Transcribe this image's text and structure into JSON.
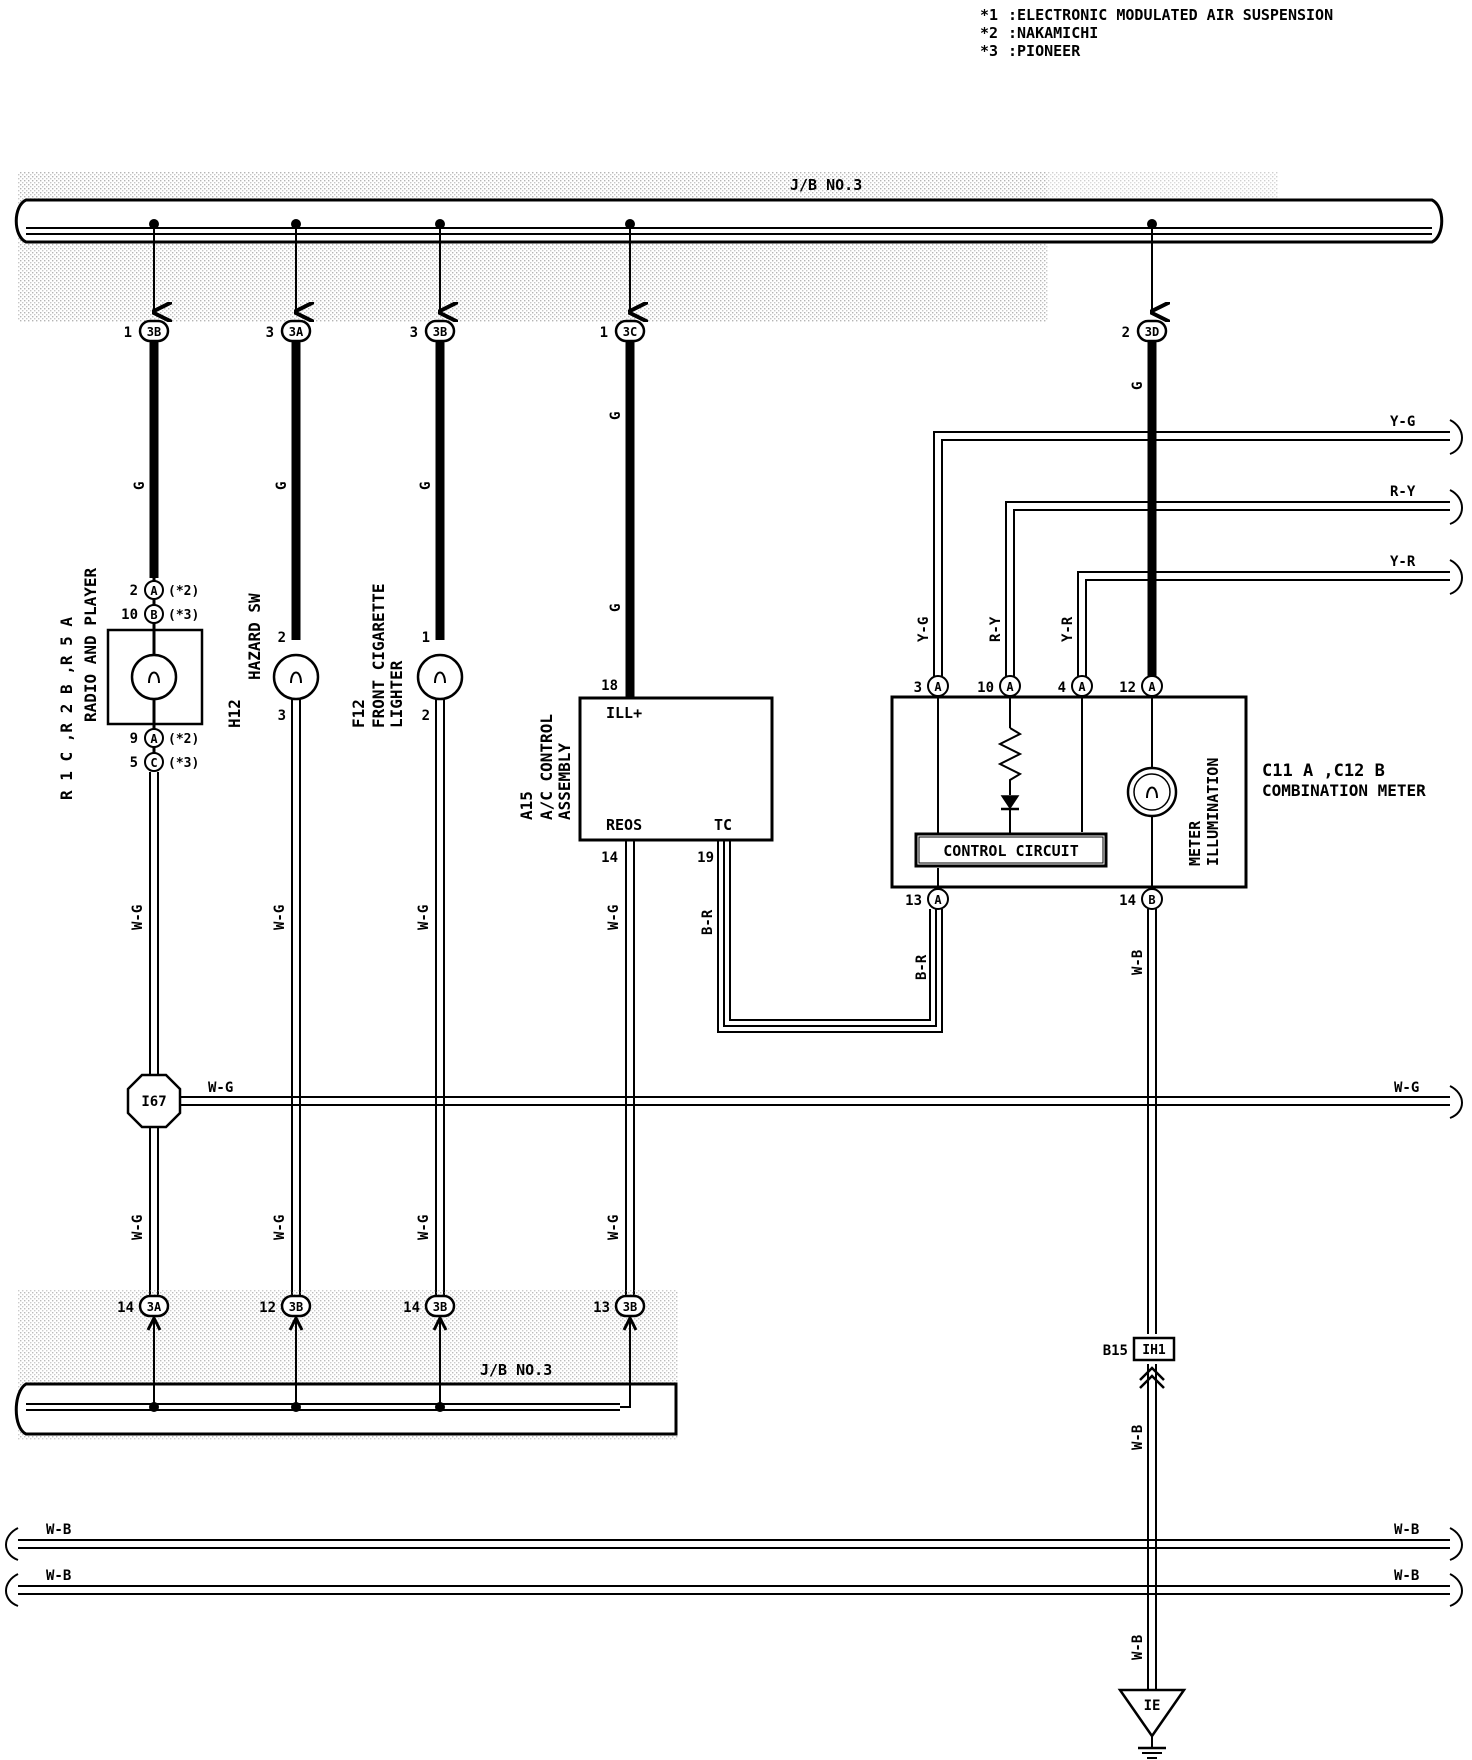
{
  "notes": [
    {
      "mark": "*1",
      "text": ":ELECTRONIC MODULATED AIR SUSPENSION"
    },
    {
      "mark": "*2",
      "text": ":NAKAMICHI"
    },
    {
      "mark": "*3",
      "text": ":PIONEER"
    }
  ],
  "jb_top": "J/B NO.3",
  "jb_bottom": "J/B NO.3",
  "top_connectors": [
    {
      "pin": "1",
      "code": "3B"
    },
    {
      "pin": "3",
      "code": "3A"
    },
    {
      "pin": "3",
      "code": "3B"
    },
    {
      "pin": "1",
      "code": "3C"
    },
    {
      "pin": "2",
      "code": "3D"
    }
  ],
  "bottom_connectors": [
    {
      "pin": "14",
      "code": "3A"
    },
    {
      "pin": "12",
      "code": "3B"
    },
    {
      "pin": "14",
      "code": "3B"
    },
    {
      "pin": "13",
      "code": "3B"
    }
  ],
  "wire_colors": {
    "g": "G",
    "wg": "W-G",
    "wb": "W-B",
    "br": "B-R",
    "yg": "Y-G",
    "ry": "R-Y",
    "yr": "Y-R"
  },
  "radio": {
    "title": "R 1 C ,R 2 B ,R 5 A",
    "name": "RADIO AND PLAYER",
    "pins": [
      {
        "pin": "2",
        "conn": "A",
        "note": "(*2)"
      },
      {
        "pin": "10",
        "conn": "B",
        "note": "(*3)"
      },
      {
        "pin": "9",
        "conn": "A",
        "note": "(*2)"
      },
      {
        "pin": "5",
        "conn": "C",
        "note": "(*3)"
      }
    ]
  },
  "hazard": {
    "code": "H12",
    "name": "HAZARD SW",
    "pin_top": "2",
    "pin_bottom": "3"
  },
  "lighter": {
    "code": "F12",
    "name1": "FRONT CIGARETTE",
    "name2": "LIGHTER",
    "pin_top": "1",
    "pin_bottom": "2"
  },
  "ac": {
    "code": "A15",
    "name1": "A/C CONTROL",
    "name2": "ASSEMBLY",
    "ill": "ILL+",
    "reos": "REOS",
    "tc": "TC",
    "pin_ill": "18",
    "pin_reos": "14",
    "pin_tc": "19"
  },
  "meter": {
    "code": "C11 A ,C12 B",
    "name": "COMBINATION METER",
    "control": "CONTROL CIRCUIT",
    "illum1": "METER",
    "illum2": "ILLUMINATION",
    "pins": [
      {
        "pin": "3",
        "conn": "A"
      },
      {
        "pin": "10",
        "conn": "A"
      },
      {
        "pin": "4",
        "conn": "A"
      },
      {
        "pin": "12",
        "conn": "A"
      },
      {
        "pin": "13",
        "conn": "A"
      },
      {
        "pin": "14",
        "conn": "B"
      }
    ]
  },
  "splice": "I67",
  "b15": {
    "code": "B15",
    "conn": "IH1"
  },
  "ground": "IE"
}
